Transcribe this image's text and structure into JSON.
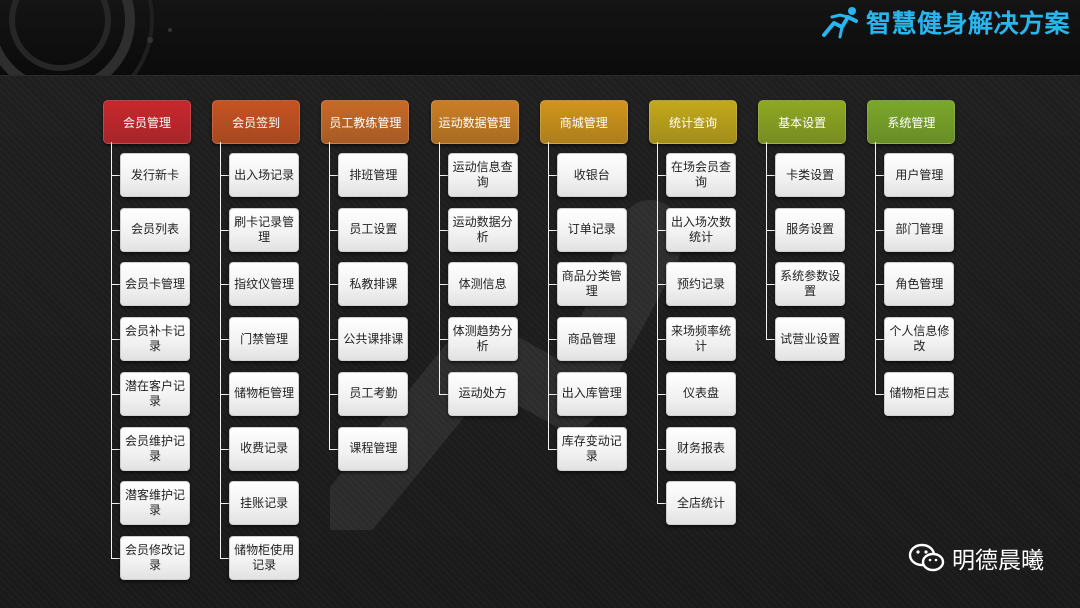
{
  "header": {
    "title": "智慧健身解决方案"
  },
  "watermark": {
    "text": "明德晨曦",
    "icon": "wechat-icon"
  },
  "colors": {
    "accent": "#29b6ef",
    "node_bg": "#f4f4f4",
    "line": "#f2f2f2"
  },
  "columns": [
    {
      "title": "会员管理",
      "color": "#c8282d",
      "items": [
        "发行新卡",
        "会员列表",
        "会员卡管理",
        "会员补卡记录",
        "潜在客户记录",
        "会员维护记录",
        "潜客维护记录",
        "会员修改记录"
      ]
    },
    {
      "title": "会员签到",
      "color": "#c75321",
      "items": [
        "出入场记录",
        "刷卡记录管理",
        "指纹仪管理",
        "门禁管理",
        "储物柜管理",
        "收费记录",
        "挂账记录",
        "储物柜使用记录"
      ]
    },
    {
      "title": "员工教练管理",
      "color": "#c86a27",
      "items": [
        "排班管理",
        "员工设置",
        "私教排课",
        "公共课排课",
        "员工考勤",
        "课程管理"
      ]
    },
    {
      "title": "运动数据管理",
      "color": "#cb7f24",
      "items": [
        "运动信息查询",
        "运动数据分析",
        "体测信息",
        "体测趋势分析",
        "运动处方"
      ]
    },
    {
      "title": "商城管理",
      "color": "#d1961c",
      "items": [
        "收银台",
        "订单记录",
        "商品分类管理",
        "商品管理",
        "出入库管理",
        "库存变动记录"
      ]
    },
    {
      "title": "统计查询",
      "color": "#c3a91b",
      "items": [
        "在场会员查询",
        "出入场次数统计",
        "预约记录",
        "来场频率统计",
        "仪表盘",
        "财务报表",
        "全店统计"
      ]
    },
    {
      "title": "基本设置",
      "color": "#8ea822",
      "items": [
        "卡类设置",
        "服务设置",
        "系统参数设置",
        "试营业设置"
      ]
    },
    {
      "title": "系统管理",
      "color": "#7ba82a",
      "items": [
        "用户管理",
        "部门管理",
        "角色管理",
        "个人信息修改",
        "储物柜日志"
      ]
    }
  ]
}
